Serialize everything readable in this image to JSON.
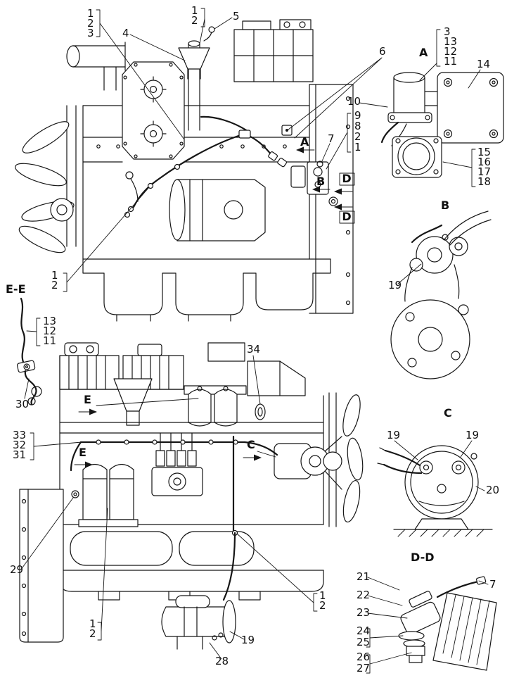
{
  "page": {
    "background": "#ffffff",
    "ink": "#161616",
    "description": "Engine electrical equipment parts-location line drawing: two engine side views plus enlarged details A, B, C, D-D and E-E with numbered callouts"
  },
  "views": {
    "detail_a": {
      "label": "A"
    },
    "detail_b": {
      "label": "B"
    },
    "detail_c": {
      "label": "C"
    },
    "detail_dd": {
      "label": "D-D"
    },
    "detail_ee": {
      "label": "E-E"
    }
  },
  "section_markers": {
    "a": "A",
    "b": "B",
    "c": "C",
    "d": "D",
    "e": "E"
  },
  "callouts": {
    "top_view": {
      "g_1_2_3": [
        "1",
        "2",
        "3"
      ],
      "n4": "4",
      "g_1_2_upper": [
        "1",
        "2"
      ],
      "n5": "5",
      "n6": "6",
      "n7": "7",
      "g_9_8_2_1": [
        "9",
        "8",
        "2",
        "1"
      ],
      "g_1_2_lower": [
        "1",
        "2"
      ]
    },
    "detail_a": {
      "g_3_13_12_11": [
        "3",
        "13",
        "12",
        "11"
      ],
      "n14": "14",
      "n10": "10",
      "g_15_16_17_18": [
        "15",
        "16",
        "17",
        "18"
      ]
    },
    "detail_b": {
      "n19": "19"
    },
    "detail_ee": {
      "g_13_12_11": [
        "13",
        "12",
        "11"
      ],
      "n30": "30"
    },
    "bottom_view": {
      "n34": "34",
      "g_33_32_31": [
        "33",
        "32",
        "31"
      ],
      "n29": "29",
      "g_1_2_left": [
        "1",
        "2"
      ],
      "g_1_2_right": [
        "1",
        "2"
      ],
      "n19": "19",
      "n28": "28"
    },
    "detail_c": {
      "n19_left": "19",
      "n19_right": "19",
      "n20": "20"
    },
    "detail_dd": {
      "n21": "21",
      "n7": "7",
      "n22": "22",
      "n23": "23",
      "n24": "24",
      "n25": "25",
      "n26": "26",
      "n27": "27"
    }
  }
}
